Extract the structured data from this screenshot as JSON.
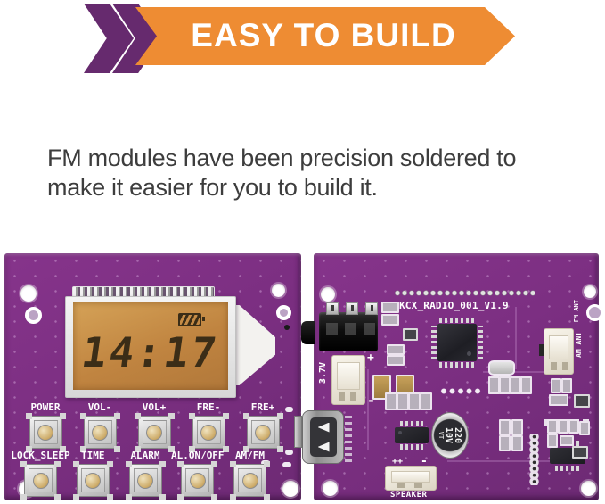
{
  "banner": {
    "label": "EASY TO BUILD"
  },
  "description": {
    "line1": "FM modules have been precision soldered to",
    "line2": "make it easier for you to build it."
  },
  "colors": {
    "banner_orange": "#EE8C33",
    "banner_purple": "#662A6E",
    "pcb_purple": "#7C3183",
    "lcd_amber": "#C08440",
    "button_cap_tan": "#CFAE6D"
  },
  "left_board": {
    "lcd_time": "14:17",
    "buttons": [
      {
        "label": "POWER"
      },
      {
        "label": "VOL-"
      },
      {
        "label": "VOL+"
      },
      {
        "label": "FRE-"
      },
      {
        "label": "FRE+"
      },
      {
        "label": "LOCK_SLEEP"
      },
      {
        "label": "TIME"
      },
      {
        "label": "ALARM"
      },
      {
        "label": "AL.ON/OFF"
      },
      {
        "label": "AM/FM"
      }
    ]
  },
  "right_board": {
    "silkscreen_title": "KCX_RADIO_001_V1.9",
    "battery_label": "3.7V",
    "battery_plus": "+",
    "battery_minus": "-",
    "speaker_label": "SPEAKER",
    "speaker_plus": "++",
    "speaker_minus": "-",
    "am_antenna_label": "AM ANT",
    "fm_antenna_label": "FM ANT",
    "capacitor_value": "220",
    "capacitor_voltage": "10V",
    "capacitor_series": "VT"
  }
}
